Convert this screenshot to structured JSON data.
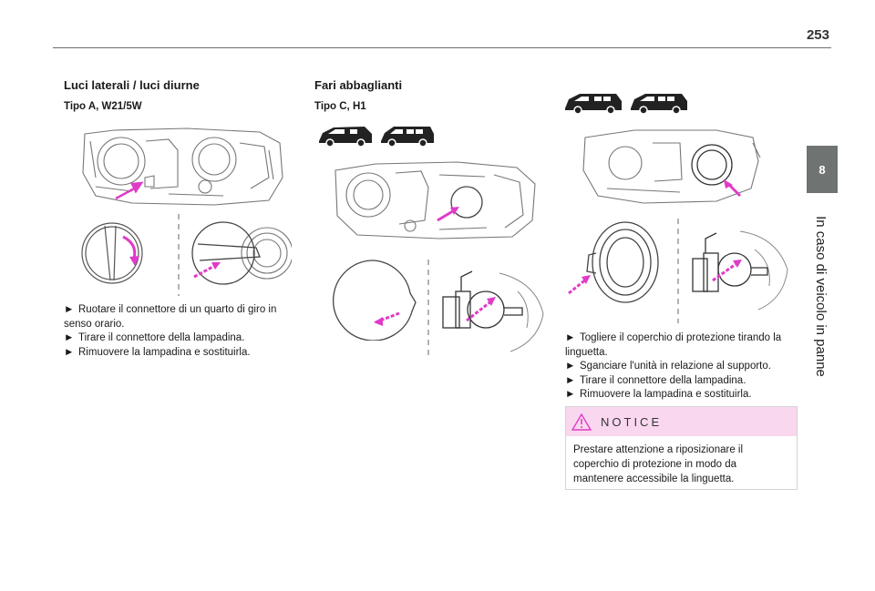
{
  "page": {
    "number": "253"
  },
  "chapter": {
    "number": "8",
    "title": "In caso di veicolo in panne"
  },
  "side_lights": {
    "title": "Luci laterali / luci diurne",
    "subtitle": "Tipo A, W21/5W",
    "steps": [
      "Ruotare il connettore di un quarto di giro in senso orario.",
      "Tirare il connettore della lampadina.",
      "Rimuovere la lampadina e sostituirla."
    ]
  },
  "high_beam": {
    "title": "Fari abbaglianti",
    "subtitle": "Tipo C, H1",
    "steps": [
      "Togliere il coperchio di protezione tirando la linguetta.",
      "Sganciare l'unità in relazione al supporto.",
      "Tirare il connettore della lampadina.",
      "Rimuovere la lampadina e sostituirla."
    ]
  },
  "notice": {
    "label": "NOTICE",
    "text": "Prestare attenzione a riposizionare il coperchio di protezione in modo da mantenere accessibile la linguetta."
  },
  "step_marker": "►",
  "colors": {
    "accent": "#e03bc8",
    "notice_bg": "#f9d8ef",
    "chapter_tab": "#6f7372"
  }
}
